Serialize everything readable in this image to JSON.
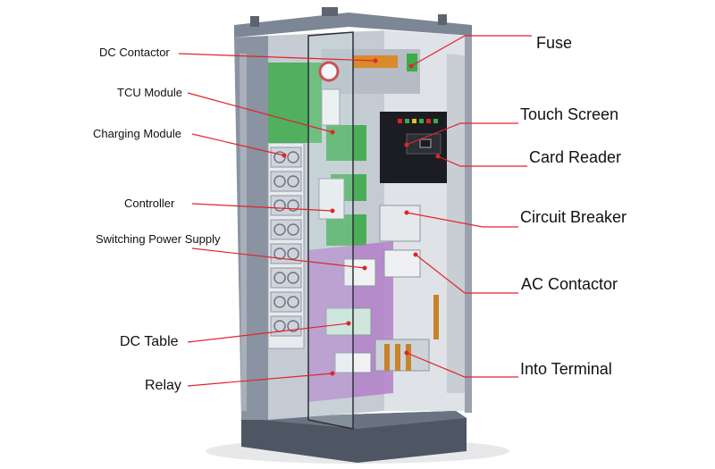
{
  "left_labels": [
    {
      "text": "DC Contactor"
    },
    {
      "text": "TCU Module"
    },
    {
      "text": "Charging Module"
    },
    {
      "text": "Controller"
    },
    {
      "text": "Switching Power Supply"
    },
    {
      "text": "DC Table"
    },
    {
      "text": "Relay"
    }
  ],
  "right_labels": [
    {
      "text": "Fuse"
    },
    {
      "text": "Touch Screen"
    },
    {
      "text": "Card Reader"
    },
    {
      "text": "Circuit Breaker"
    },
    {
      "text": "AC Contactor"
    },
    {
      "text": "Into Terminal"
    }
  ],
  "colors": {
    "leader_line": "#e0242a",
    "cabinet_frame": "#6d7686",
    "panel_light": "#dfe2e6",
    "module_green": "#3cab4a",
    "module_purple": "#b07ac8",
    "screen_dark": "#1b1d22"
  }
}
